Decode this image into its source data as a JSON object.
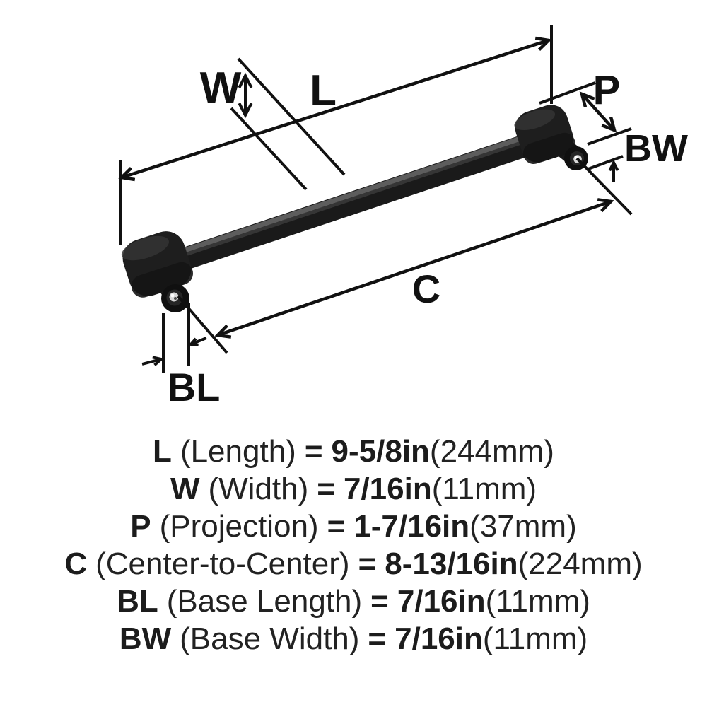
{
  "diagram": {
    "labels": {
      "width": "W",
      "length": "L",
      "projection": "P",
      "base_width": "BW",
      "center_to_center": "C",
      "base_length": "BL"
    }
  },
  "legend": {
    "rows": [
      {
        "abbr": "L",
        "name": "(Length)",
        "eq": "=",
        "value": "9-5/8in",
        "metric": "(244mm)"
      },
      {
        "abbr": "W",
        "name": "(Width)",
        "eq": "=",
        "value": "7/16in",
        "metric": "(11mm)"
      },
      {
        "abbr": "P",
        "name": "(Projection)",
        "eq": "=",
        "value": "1-7/16in",
        "metric": "(37mm)"
      },
      {
        "abbr": "C",
        "name": "(Center-to-Center)",
        "eq": "=",
        "value": "8-13/16in",
        "metric": "(224mm)"
      },
      {
        "abbr": "BL",
        "name": "(Base Length)",
        "eq": "=",
        "value": "7/16in",
        "metric": "(11mm)"
      },
      {
        "abbr": "BW",
        "name": "(Base Width)",
        "eq": "=",
        "value": "7/16in",
        "metric": "(11mm)"
      }
    ]
  },
  "colors": {
    "ink": "#111111",
    "bar_dark": "#1a1a1a",
    "bar_mid": "#303030",
    "bar_highlight": "#616161",
    "cap_dark": "#1e1e1e",
    "cap_rim": "#343434",
    "screw_silver": "#d8d8d8",
    "background": "#ffffff"
  }
}
